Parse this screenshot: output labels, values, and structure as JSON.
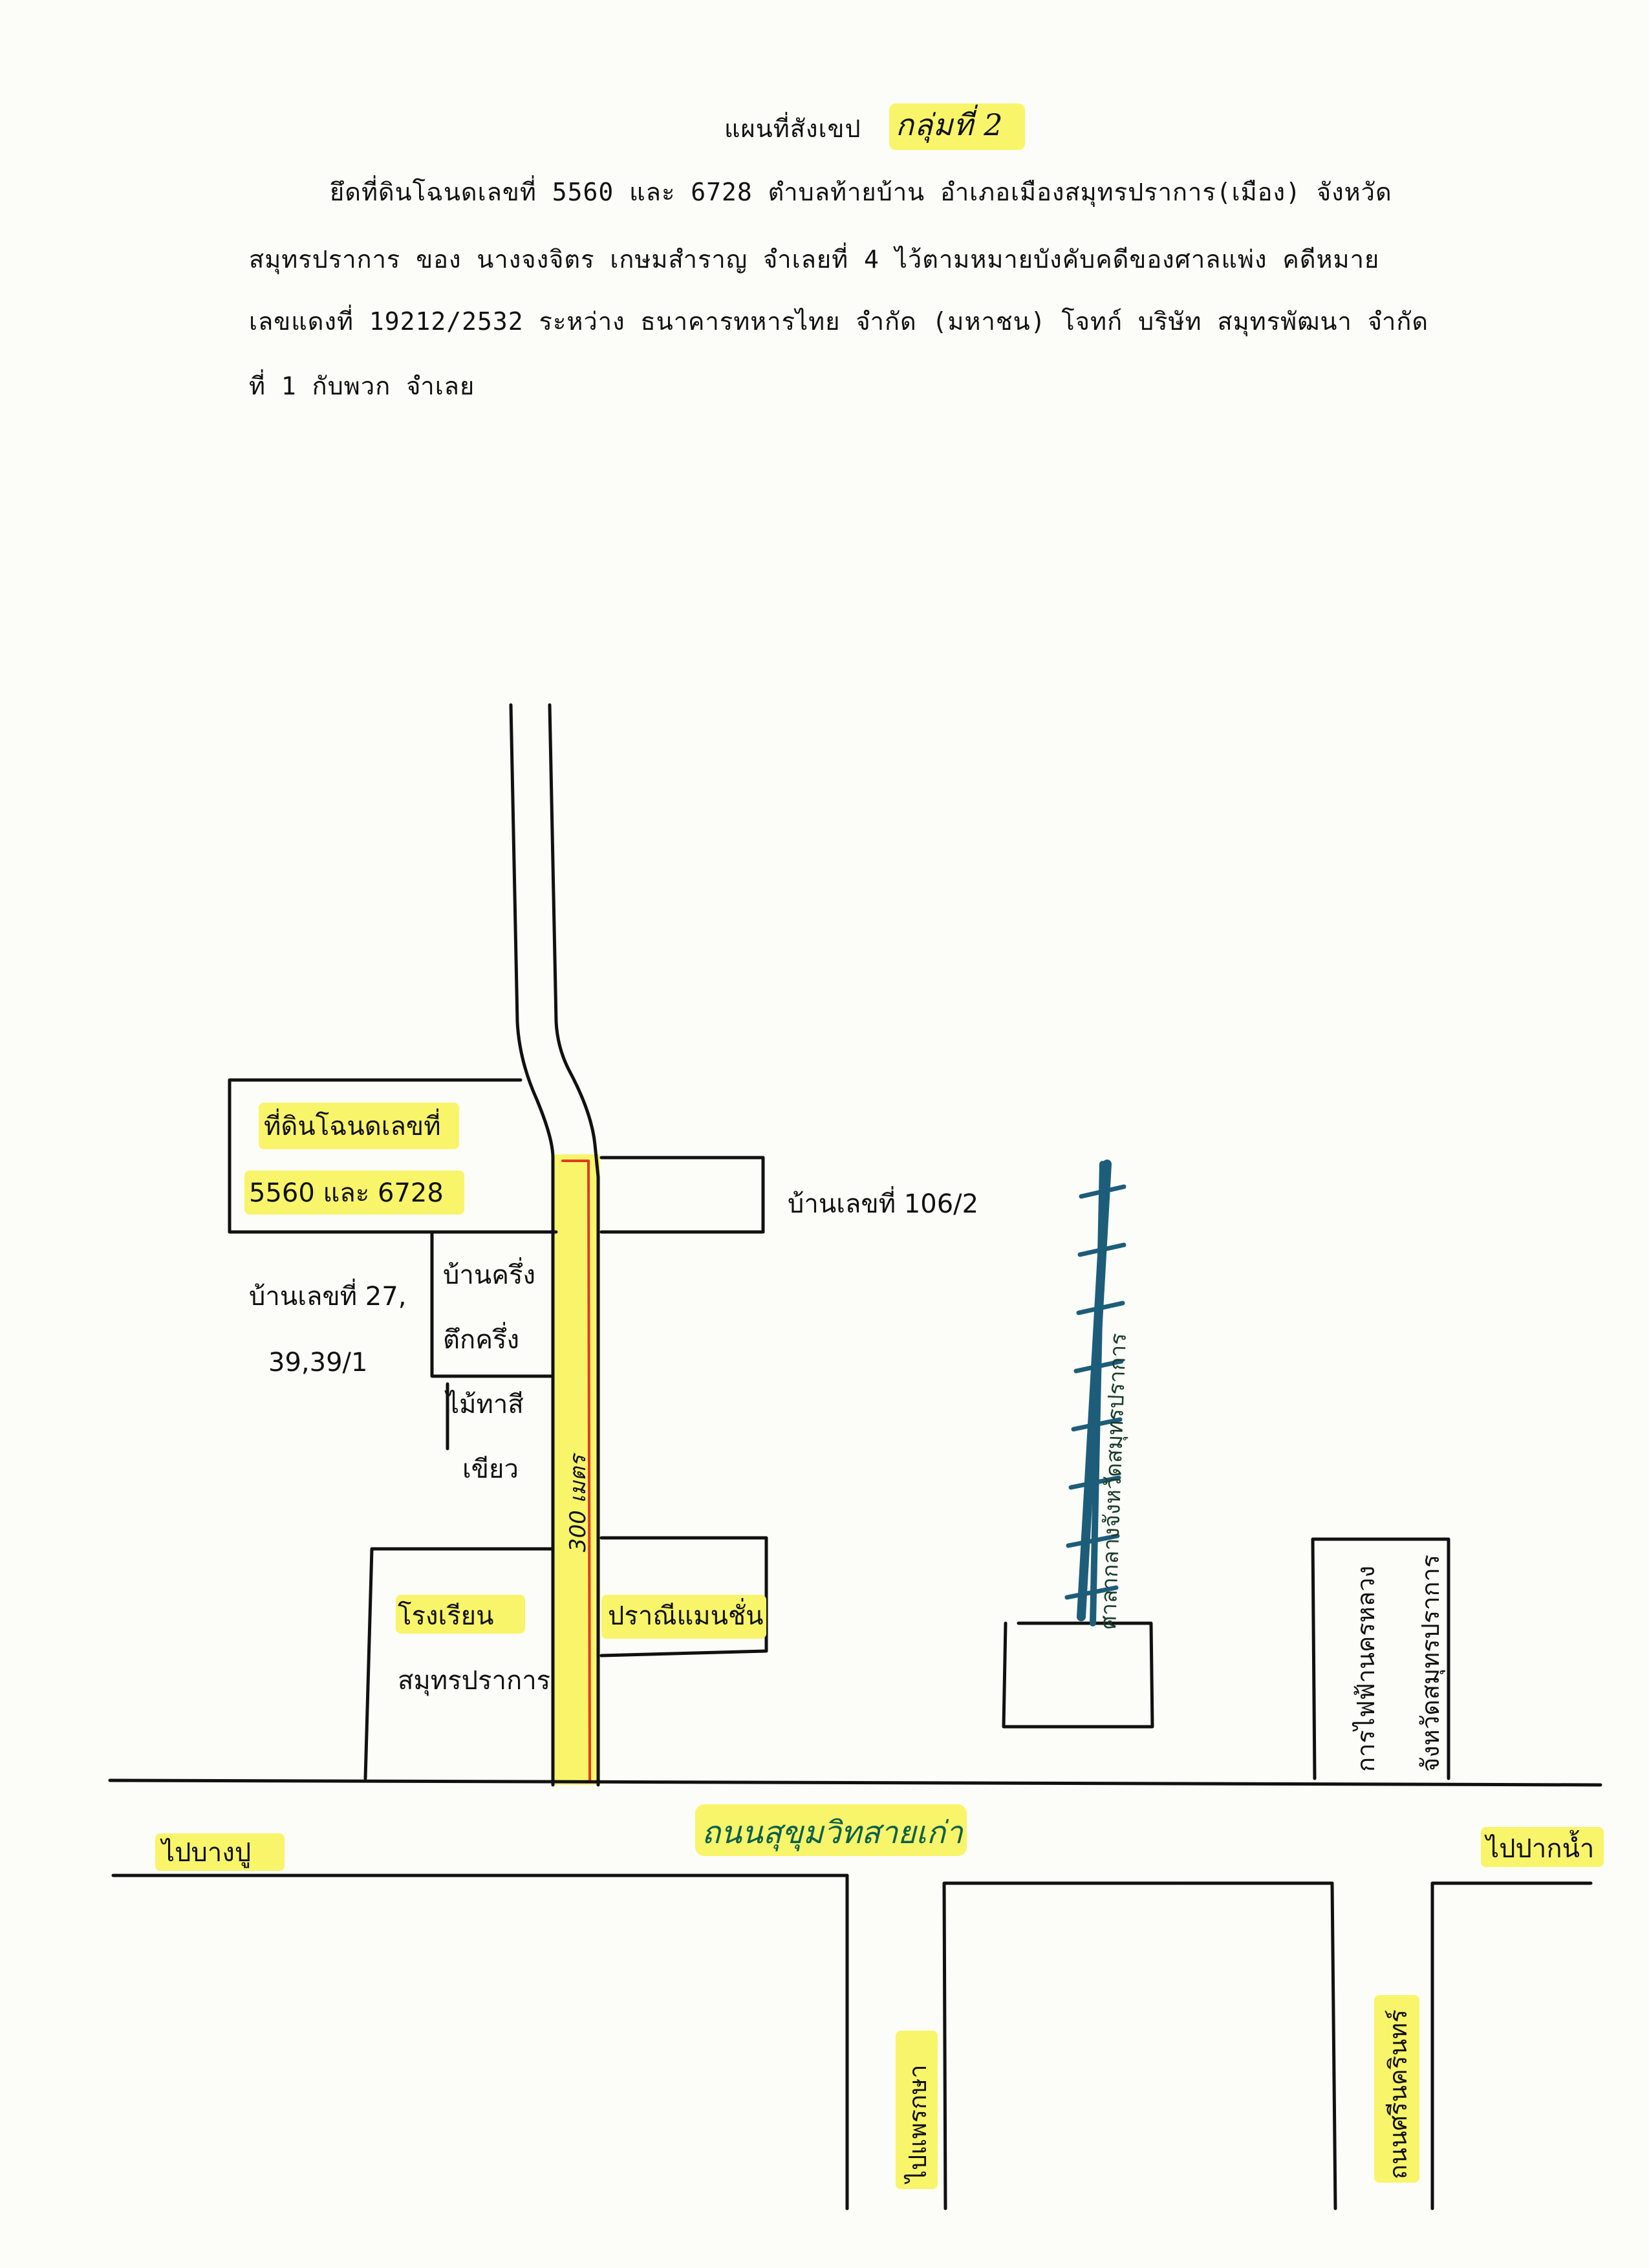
{
  "header": {
    "title": "แผนที่สังเขป",
    "group_note": "กลุ่มที่ 2",
    "paragraph_lines": [
      "ยึดที่ดินโฉนดเลขที่ 5560 และ 6728 ตำบลท้ายบ้าน อำเภอเมืองสมุทรปราการ(เมือง) จังหวัด",
      "สมุทรปราการ ของ นางจงจิตร เกษมสำราญ จำเลยที่ 4 ไว้ตามหมายบังคับคดีของศาลแพ่ง คดีหมาย",
      "เลขแดงที่ 19212/2532 ระหว่าง ธนาคารทหารไทย จำกัด (มหาชน) โจทก์ บริษัท สมุทรพัฒนา จำกัด",
      "ที่ 1 กับพวก จำเลย"
    ]
  },
  "map": {
    "seized_land_line1": "ที่ดินโฉนดเลขที่",
    "seized_land_line2": "5560 และ 6728",
    "house_106_2": "บ้านเลขที่ 106/2",
    "house_27_line1": "บ้านเลขที่ 27,",
    "house_27_line2": "39,39/1",
    "half_house_line1": "บ้านครึ่ง",
    "half_house_line2": "ตึกครึ่ง",
    "green_wood_line1": "ไม้ทาสี",
    "green_wood_line2": "เขียว",
    "soi_distance": "300 เมตร",
    "school_line1": "โรงเรียน",
    "school_line2": "สมุทรปราการ",
    "mansion": "ปราณีแมนชั่น",
    "provincial_hall": "ศาลากลางจังหวัดสมุทรปราการ",
    "electricity_line1": "การไฟฟ้านครหลวง",
    "electricity_line2": "จังหวัดสมุทรปราการ",
    "main_road": "ถนนสุขุมวิทสายเก่า",
    "to_bang_pu": "ไปบางปู",
    "to_pak_nam": "ไปปากน้ำ",
    "to_phraeksa": "ไปแพรกษา",
    "srinagarindra_road": "ถนนศรีนครินทร์"
  },
  "colors": {
    "highlight": "#f8f56a",
    "route_line": "#e03a1f",
    "ink": "#111111",
    "hall_marker": "#1d5d7a"
  }
}
